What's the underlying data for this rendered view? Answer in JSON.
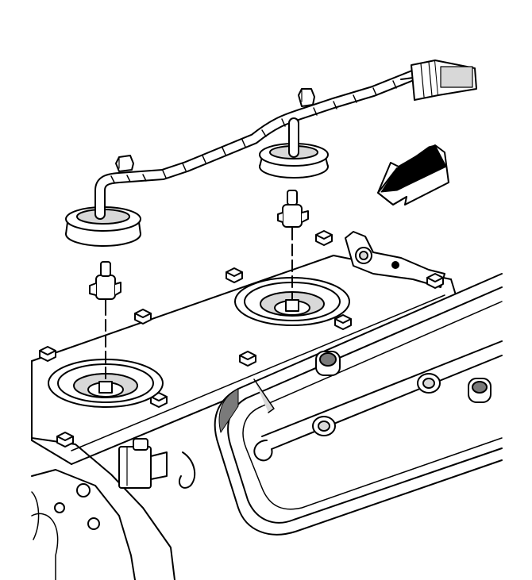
{
  "diagram": {
    "colors": {
      "line": "#000000",
      "fill": "#ffffff",
      "shade": "#d8d8d8",
      "dark": "#7a7a7a"
    },
    "parts": [
      "engine-block",
      "valve-cover",
      "injector-rail",
      "knock-sensor-harness",
      "harness-connector",
      "knock-sensor",
      "rubber-grommet",
      "sensor-bore",
      "cover-bolt",
      "bracket"
    ],
    "direction_arrow": "front-of-vehicle-arrow"
  }
}
